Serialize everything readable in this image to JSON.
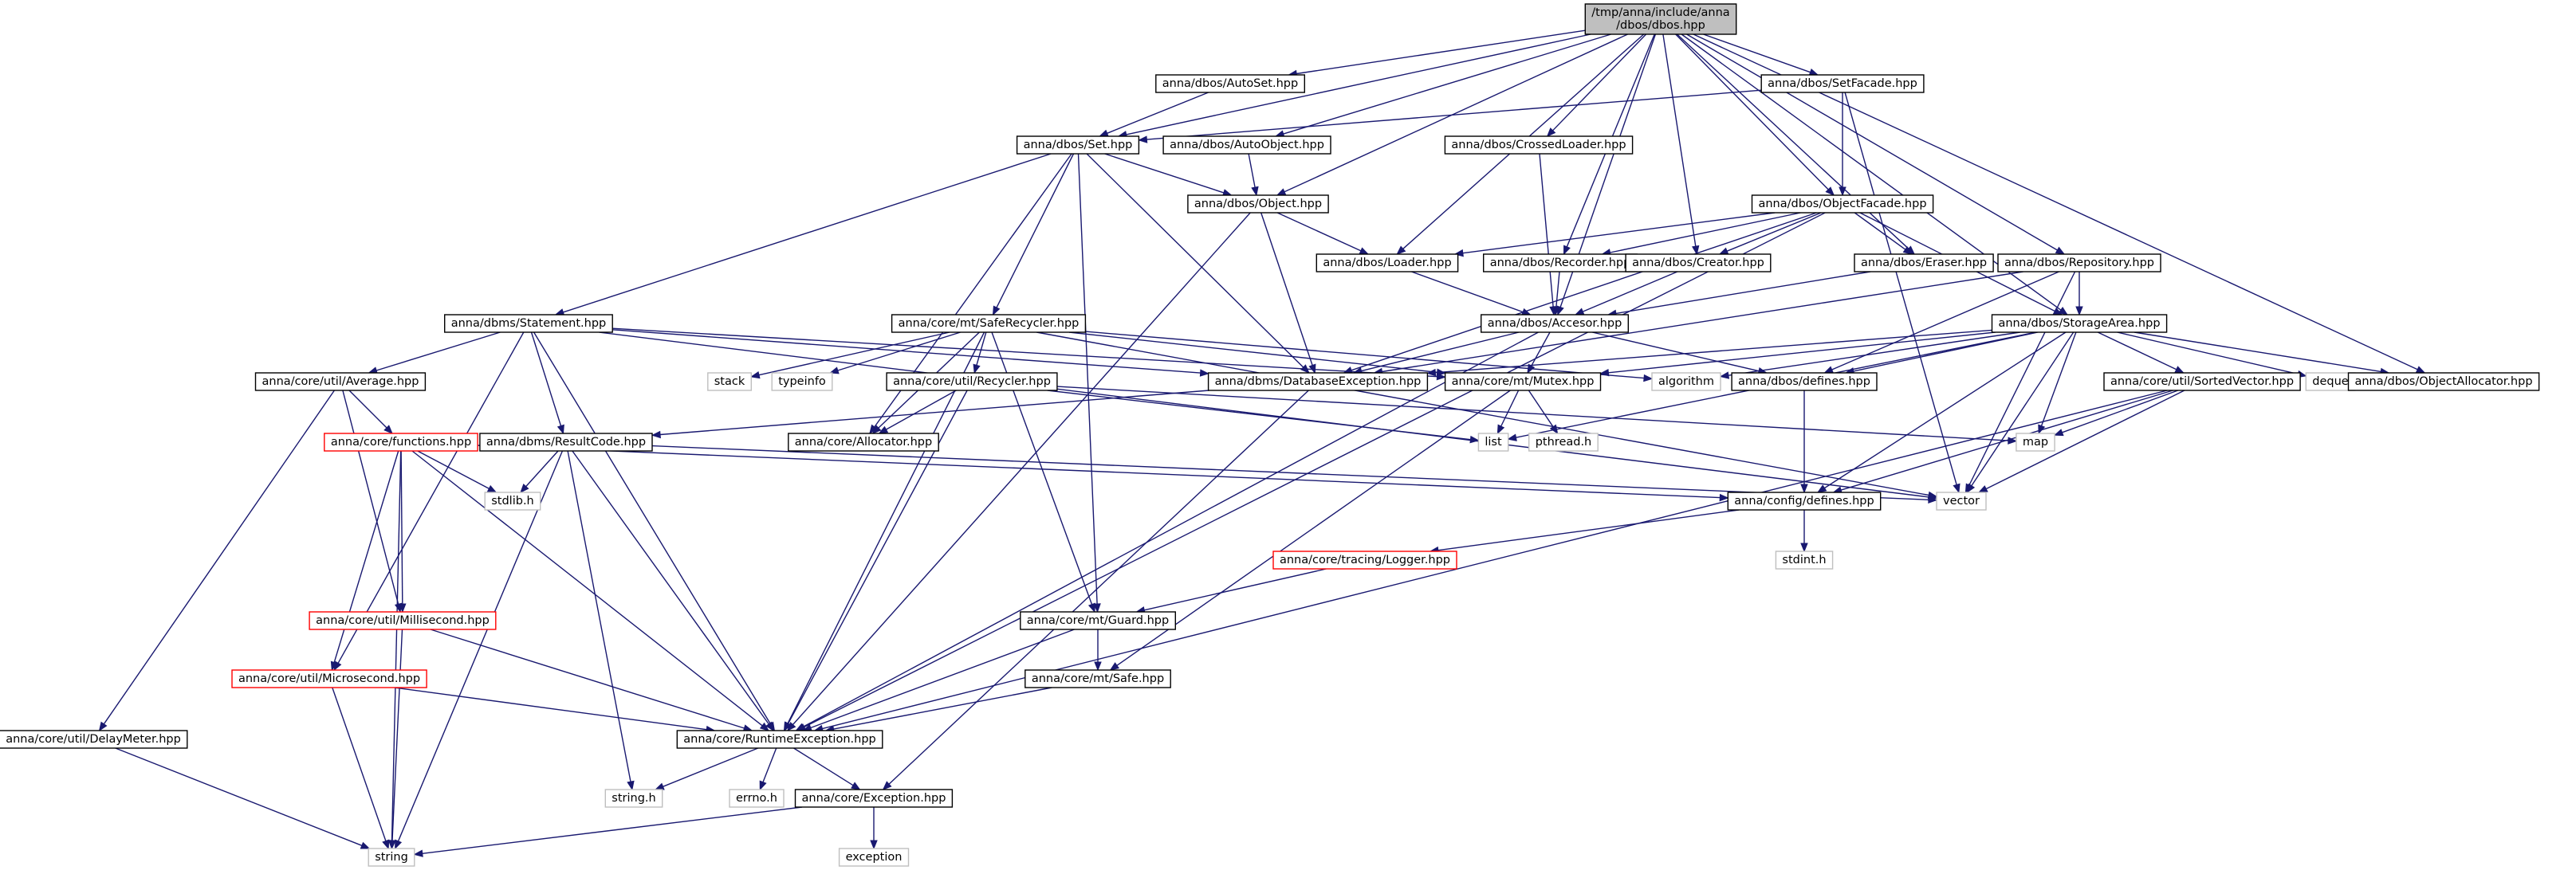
{
  "nodes": [
    {
      "id": "root",
      "lines": [
        "/tmp/anna/include/anna",
        "/dbos/dbos.hpp"
      ],
      "kind": "root"
    },
    {
      "id": "autoset",
      "lines": [
        "anna/dbos/AutoSet.hpp"
      ],
      "kind": "file"
    },
    {
      "id": "setfacade",
      "lines": [
        "anna/dbos/SetFacade.hpp"
      ],
      "kind": "file"
    },
    {
      "id": "set",
      "lines": [
        "anna/dbos/Set.hpp"
      ],
      "kind": "file"
    },
    {
      "id": "autoobject",
      "lines": [
        "anna/dbos/AutoObject.hpp"
      ],
      "kind": "file"
    },
    {
      "id": "crossedloader",
      "lines": [
        "anna/dbos/CrossedLoader.hpp"
      ],
      "kind": "file"
    },
    {
      "id": "objectfacade",
      "lines": [
        "anna/dbos/ObjectFacade.hpp"
      ],
      "kind": "file"
    },
    {
      "id": "object",
      "lines": [
        "anna/dbos/Object.hpp"
      ],
      "kind": "file"
    },
    {
      "id": "loader",
      "lines": [
        "anna/dbos/Loader.hpp"
      ],
      "kind": "file"
    },
    {
      "id": "recorder",
      "lines": [
        "anna/dbos/Recorder.hpp"
      ],
      "kind": "file"
    },
    {
      "id": "creator",
      "lines": [
        "anna/dbos/Creator.hpp"
      ],
      "kind": "file"
    },
    {
      "id": "eraser",
      "lines": [
        "anna/dbos/Eraser.hpp"
      ],
      "kind": "file"
    },
    {
      "id": "repository",
      "lines": [
        "anna/dbos/Repository.hpp"
      ],
      "kind": "file"
    },
    {
      "id": "statement",
      "lines": [
        "anna/dbms/Statement.hpp"
      ],
      "kind": "file"
    },
    {
      "id": "saferecycler",
      "lines": [
        "anna/core/mt/SafeRecycler.hpp"
      ],
      "kind": "file"
    },
    {
      "id": "accesor",
      "lines": [
        "anna/dbos/Accesor.hpp"
      ],
      "kind": "file"
    },
    {
      "id": "storagearea",
      "lines": [
        "anna/dbos/StorageArea.hpp"
      ],
      "kind": "file"
    },
    {
      "id": "average",
      "lines": [
        "anna/core/util/Average.hpp"
      ],
      "kind": "file"
    },
    {
      "id": "stack",
      "lines": [
        "stack"
      ],
      "kind": "system"
    },
    {
      "id": "typeinfo",
      "lines": [
        "typeinfo"
      ],
      "kind": "system"
    },
    {
      "id": "recycler",
      "lines": [
        "anna/core/util/Recycler.hpp"
      ],
      "kind": "file"
    },
    {
      "id": "dbexception",
      "lines": [
        "anna/dbms/DatabaseException.hpp"
      ],
      "kind": "file"
    },
    {
      "id": "mutex",
      "lines": [
        "anna/core/mt/Mutex.hpp"
      ],
      "kind": "file"
    },
    {
      "id": "algorithm",
      "lines": [
        "algorithm"
      ],
      "kind": "system"
    },
    {
      "id": "dbosdefines",
      "lines": [
        "anna/dbos/defines.hpp"
      ],
      "kind": "file"
    },
    {
      "id": "sortedvector",
      "lines": [
        "anna/core/util/SortedVector.hpp"
      ],
      "kind": "file"
    },
    {
      "id": "deque",
      "lines": [
        "deque"
      ],
      "kind": "system"
    },
    {
      "id": "objectallocator",
      "lines": [
        "anna/dbos/ObjectAllocator.hpp"
      ],
      "kind": "file"
    },
    {
      "id": "functions",
      "lines": [
        "anna/core/functions.hpp"
      ],
      "kind": "warn"
    },
    {
      "id": "resultcode",
      "lines": [
        "anna/dbms/ResultCode.hpp"
      ],
      "kind": "file"
    },
    {
      "id": "allocator",
      "lines": [
        "anna/core/Allocator.hpp"
      ],
      "kind": "file"
    },
    {
      "id": "list",
      "lines": [
        "list"
      ],
      "kind": "system"
    },
    {
      "id": "pthread",
      "lines": [
        "pthread.h"
      ],
      "kind": "system"
    },
    {
      "id": "map",
      "lines": [
        "map"
      ],
      "kind": "system"
    },
    {
      "id": "stdlib",
      "lines": [
        "stdlib.h"
      ],
      "kind": "system"
    },
    {
      "id": "configdefines",
      "lines": [
        "anna/config/defines.hpp"
      ],
      "kind": "file"
    },
    {
      "id": "vector",
      "lines": [
        "vector"
      ],
      "kind": "system"
    },
    {
      "id": "stdint",
      "lines": [
        "stdint.h"
      ],
      "kind": "system"
    },
    {
      "id": "logger",
      "lines": [
        "anna/core/tracing/Logger.hpp"
      ],
      "kind": "warn"
    },
    {
      "id": "millisecond",
      "lines": [
        "anna/core/util/Millisecond.hpp"
      ],
      "kind": "warn"
    },
    {
      "id": "guard",
      "lines": [
        "anna/core/mt/Guard.hpp"
      ],
      "kind": "file"
    },
    {
      "id": "microsecond",
      "lines": [
        "anna/core/util/Microsecond.hpp"
      ],
      "kind": "warn"
    },
    {
      "id": "safe",
      "lines": [
        "anna/core/mt/Safe.hpp"
      ],
      "kind": "file"
    },
    {
      "id": "delaymeter",
      "lines": [
        "anna/core/util/DelayMeter.hpp"
      ],
      "kind": "file"
    },
    {
      "id": "runtimeexc",
      "lines": [
        "anna/core/RuntimeException.hpp"
      ],
      "kind": "file"
    },
    {
      "id": "stringh",
      "lines": [
        "string.h"
      ],
      "kind": "system"
    },
    {
      "id": "errno",
      "lines": [
        "errno.h"
      ],
      "kind": "system"
    },
    {
      "id": "exception",
      "lines": [
        "anna/core/Exception.hpp"
      ],
      "kind": "file"
    },
    {
      "id": "string",
      "lines": [
        "string"
      ],
      "kind": "system"
    },
    {
      "id": "stdexception",
      "lines": [
        "exception"
      ],
      "kind": "system"
    }
  ],
  "edges": [
    [
      "root",
      "autoset"
    ],
    [
      "root",
      "setfacade"
    ],
    [
      "root",
      "set"
    ],
    [
      "root",
      "autoobject"
    ],
    [
      "root",
      "object"
    ],
    [
      "root",
      "crossedloader"
    ],
    [
      "root",
      "objectfacade"
    ],
    [
      "root",
      "loader"
    ],
    [
      "root",
      "recorder"
    ],
    [
      "root",
      "creator"
    ],
    [
      "root",
      "eraser"
    ],
    [
      "root",
      "repository"
    ],
    [
      "root",
      "accesor"
    ],
    [
      "root",
      "storagearea"
    ],
    [
      "root",
      "objectallocator"
    ],
    [
      "autoset",
      "set"
    ],
    [
      "setfacade",
      "set"
    ],
    [
      "setfacade",
      "objectfacade"
    ],
    [
      "setfacade",
      "vector"
    ],
    [
      "set",
      "object"
    ],
    [
      "set",
      "statement"
    ],
    [
      "set",
      "saferecycler"
    ],
    [
      "set",
      "dbexception"
    ],
    [
      "set",
      "allocator"
    ],
    [
      "set",
      "guard"
    ],
    [
      "autoobject",
      "object"
    ],
    [
      "crossedloader",
      "accesor"
    ],
    [
      "objectfacade",
      "loader"
    ],
    [
      "objectfacade",
      "recorder"
    ],
    [
      "objectfacade",
      "creator"
    ],
    [
      "objectfacade",
      "eraser"
    ],
    [
      "objectfacade",
      "storagearea"
    ],
    [
      "objectfacade",
      "dbexception"
    ],
    [
      "objectfacade",
      "runtimeexc"
    ],
    [
      "object",
      "loader"
    ],
    [
      "object",
      "dbexception"
    ],
    [
      "object",
      "runtimeexc"
    ],
    [
      "loader",
      "accesor"
    ],
    [
      "recorder",
      "accesor"
    ],
    [
      "creator",
      "accesor"
    ],
    [
      "eraser",
      "accesor"
    ],
    [
      "repository",
      "storagearea"
    ],
    [
      "repository",
      "dbosdefines"
    ],
    [
      "repository",
      "dbexception"
    ],
    [
      "repository",
      "vector"
    ],
    [
      "statement",
      "average"
    ],
    [
      "statement",
      "resultcode"
    ],
    [
      "statement",
      "dbexception"
    ],
    [
      "statement",
      "mutex"
    ],
    [
      "statement",
      "runtimeexc"
    ],
    [
      "statement",
      "microsecond"
    ],
    [
      "statement",
      "vector"
    ],
    [
      "saferecycler",
      "stack"
    ],
    [
      "saferecycler",
      "typeinfo"
    ],
    [
      "saferecycler",
      "recycler"
    ],
    [
      "saferecycler",
      "allocator"
    ],
    [
      "saferecycler",
      "mutex"
    ],
    [
      "saferecycler",
      "guard"
    ],
    [
      "saferecycler",
      "runtimeexc"
    ],
    [
      "saferecycler",
      "algorithm"
    ],
    [
      "saferecycler",
      "vector"
    ],
    [
      "accesor",
      "dbexception"
    ],
    [
      "accesor",
      "mutex"
    ],
    [
      "accesor",
      "dbosdefines"
    ],
    [
      "accesor",
      "runtimeexc"
    ],
    [
      "storagearea",
      "dbexception"
    ],
    [
      "storagearea",
      "mutex"
    ],
    [
      "storagearea",
      "algorithm"
    ],
    [
      "storagearea",
      "dbosdefines"
    ],
    [
      "storagearea",
      "sortedvector"
    ],
    [
      "storagearea",
      "deque"
    ],
    [
      "storagearea",
      "objectallocator"
    ],
    [
      "storagearea",
      "list"
    ],
    [
      "storagearea",
      "map"
    ],
    [
      "storagearea",
      "vector"
    ],
    [
      "storagearea",
      "configdefines"
    ],
    [
      "average",
      "functions"
    ],
    [
      "average",
      "millisecond"
    ],
    [
      "average",
      "delaymeter"
    ],
    [
      "recycler",
      "allocator"
    ],
    [
      "recycler",
      "list"
    ],
    [
      "recycler",
      "map"
    ],
    [
      "recycler",
      "runtimeexc"
    ],
    [
      "dbexception",
      "resultcode"
    ],
    [
      "dbexception",
      "exception"
    ],
    [
      "mutex",
      "pthread"
    ],
    [
      "mutex",
      "list"
    ],
    [
      "mutex",
      "safe"
    ],
    [
      "dbosdefines",
      "configdefines"
    ],
    [
      "sortedvector",
      "map"
    ],
    [
      "sortedvector",
      "vector"
    ],
    [
      "sortedvector",
      "configdefines"
    ],
    [
      "sortedvector",
      "runtimeexc"
    ],
    [
      "functions",
      "stdlib"
    ],
    [
      "functions",
      "configdefines"
    ],
    [
      "functions",
      "millisecond"
    ],
    [
      "functions",
      "microsecond"
    ],
    [
      "functions",
      "runtimeexc"
    ],
    [
      "functions",
      "string"
    ],
    [
      "resultcode",
      "stdlib"
    ],
    [
      "resultcode",
      "stringh"
    ],
    [
      "resultcode",
      "runtimeexc"
    ],
    [
      "resultcode",
      "string"
    ],
    [
      "resultcode",
      "vector"
    ],
    [
      "configdefines",
      "stdint"
    ],
    [
      "configdefines",
      "logger"
    ],
    [
      "logger",
      "guard"
    ],
    [
      "millisecond",
      "runtimeexc"
    ],
    [
      "millisecond",
      "string"
    ],
    [
      "guard",
      "safe"
    ],
    [
      "guard",
      "runtimeexc"
    ],
    [
      "microsecond",
      "runtimeexc"
    ],
    [
      "microsecond",
      "string"
    ],
    [
      "safe",
      "runtimeexc"
    ],
    [
      "delaymeter",
      "string"
    ],
    [
      "runtimeexc",
      "stringh"
    ],
    [
      "runtimeexc",
      "errno"
    ],
    [
      "runtimeexc",
      "exception"
    ],
    [
      "exception",
      "string"
    ],
    [
      "exception",
      "stdexception"
    ]
  ]
}
